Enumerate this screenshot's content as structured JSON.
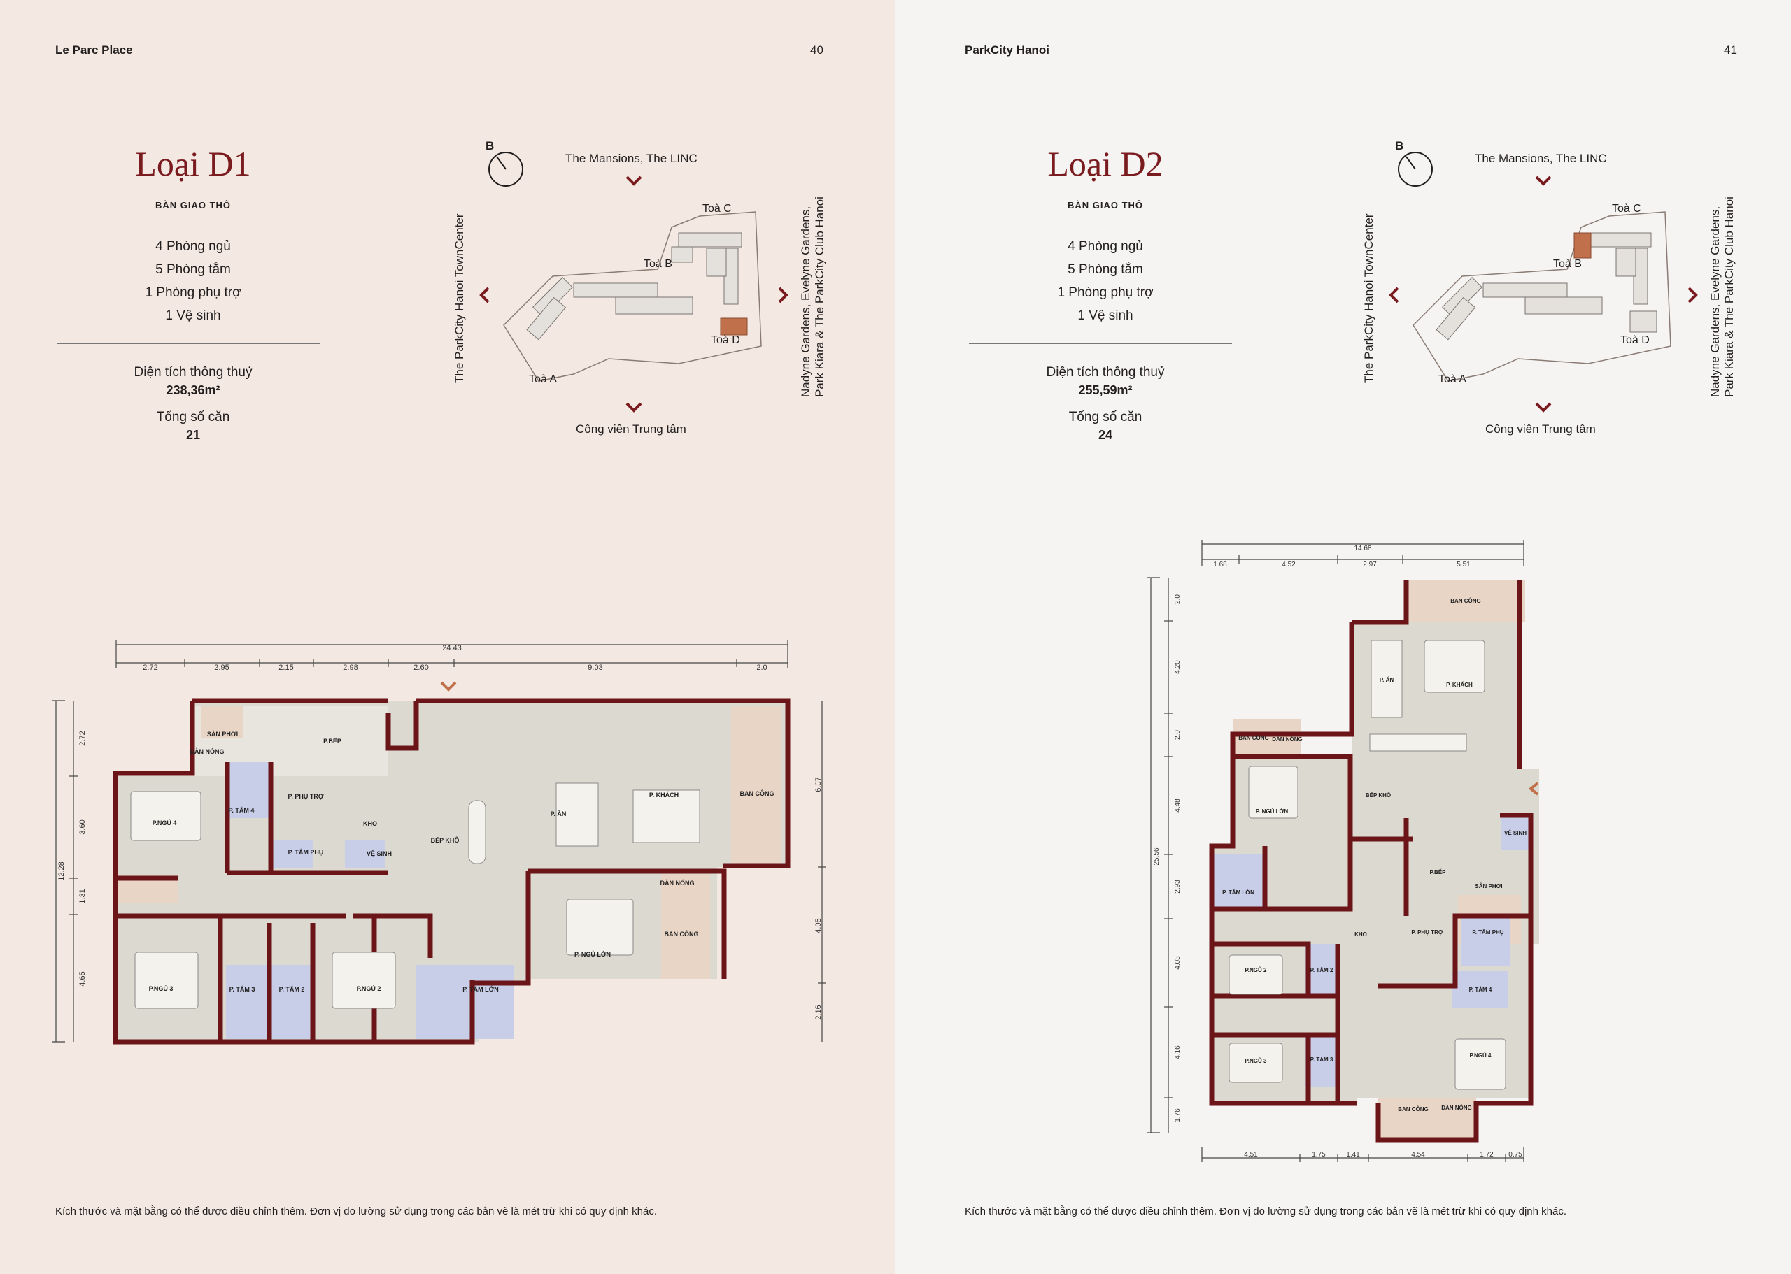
{
  "left": {
    "project": "Le Parc Place",
    "page_number": "40",
    "unit_title": "Loại D1",
    "handover": "BÀN GIAO THÔ",
    "rooms": [
      "4 Phòng ngủ",
      "5 Phòng tắm",
      "1 Phòng phụ trợ",
      "1 Vệ sinh"
    ],
    "area_label": "Diện tích thông thuỷ",
    "area_value": "238,36m²",
    "count_label": "Tổng số căn",
    "count_value": "21",
    "compass_letter": "B",
    "top_label": "The Mansions, The LINC",
    "bottom_label": "Công viên Trung tâm",
    "left_label": "The ParkCity Hanoi TownCenter",
    "right_label_1": "Nadyne Gardens, Evelyne Gardens,",
    "right_label_2": "Park Kiara & The ParkCity Club Hanoi",
    "towers": {
      "a": "Toà A",
      "b": "Toà B",
      "c": "Toà C",
      "d": "Toà D"
    },
    "dims_top_total": "24.43",
    "dims_top": [
      "2.72",
      "2.95",
      "2.15",
      "2.98",
      "2.60",
      "9.03",
      "2.0"
    ],
    "dims_left_total": "12.28",
    "dims_left": [
      "2.72",
      "3.60",
      "1.31",
      "4.65"
    ],
    "dims_right": [
      "6.07",
      "4.05",
      "2.16"
    ],
    "rooms_plan": {
      "san_phoi": "SÂN PHƠI",
      "dan_nong": "DÀN NÓNG",
      "p_bep": "P.BẾP",
      "p_ngu4": "P.NGỦ 4",
      "p_tam4": "P. TẮM 4",
      "p_phu_tro": "P. PHỤ TRỢ",
      "kho": "KHO",
      "p_tam_phu": "P. TẮM PHỤ",
      "ve_sinh": "VỆ SINH",
      "bep_kho": "BẾP KHÔ",
      "p_an": "P. ĂN",
      "p_khach": "P. KHÁCH",
      "ban_cong": "BAN CÔNG",
      "p_ngu3": "P.NGỦ 3",
      "p_tam3": "P. TẮM 3",
      "p_tam2": "P. TẮM 2",
      "p_ngu2": "P.NGỦ 2",
      "p_tam_lon": "P. TẮM LỚN",
      "p_ngu_lon": "P. NGỦ LỚN",
      "dan_nong2": "DÀN NÓNG",
      "ban_cong2": "BAN CÔNG"
    },
    "footnote": "Kích thước và mặt bằng có thể được điều chỉnh thêm. Đơn vị đo lường sử dụng trong các bản vẽ là mét trừ khi có quy định khác."
  },
  "right": {
    "project": "ParkCity Hanoi",
    "page_number": "41",
    "unit_title": "Loại D2",
    "handover": "BÀN GIAO THÔ",
    "rooms": [
      "4 Phòng ngủ",
      "5 Phòng tắm",
      "1 Phòng phụ trợ",
      "1 Vệ sinh"
    ],
    "area_label": "Diện tích thông thuỷ",
    "area_value": "255,59m²",
    "count_label": "Tổng số căn",
    "count_value": "24",
    "compass_letter": "B",
    "top_label": "The Mansions, The LINC",
    "bottom_label": "Công viên Trung tâm",
    "left_label": "The ParkCity Hanoi TownCenter",
    "right_label_1": "Nadyne Gardens, Evelyne Gardens,",
    "right_label_2": "Park Kiara & The ParkCity Club Hanoi",
    "towers": {
      "a": "Toà A",
      "b": "Toà B",
      "c": "Toà C",
      "d": "Toà D"
    },
    "dims_top_total": "14.68",
    "dims_top": [
      "1.68",
      "4.52",
      "2.97",
      "5.51"
    ],
    "dims_left_total": "25.56",
    "dims_left": [
      "2.0",
      "4.20",
      "2.0",
      "4.48",
      "2.93",
      "4.03",
      "4.16",
      "1.76"
    ],
    "dims_bottom": [
      "4.51",
      "1.75",
      "1.41",
      "4.54",
      "1.72",
      "0.75"
    ],
    "rooms_plan": {
      "ban_cong_top": "BAN CÔNG",
      "p_an": "P. ĂN",
      "p_khach": "P. KHÁCH",
      "ban_cong_l": "BAN CÔNG",
      "dan_nong_l": "DÀN NÓNG",
      "p_ngu_lon": "P. NGỦ LỚN",
      "bep_kho": "BẾP KHÔ",
      "ve_sinh": "VỆ SINH",
      "p_tam_lon": "P. TẮM LỚN",
      "p_bep": "P.BẾP",
      "san_phoi": "SÂN PHƠI",
      "kho": "KHO",
      "p_phu_tro": "P. PHỤ TRỢ",
      "p_tam_phu": "P. TẮM PHỤ",
      "p_ngu2": "P.NGỦ 2",
      "p_tam2": "P. TẮM 2",
      "p_tam4": "P. TẮM 4",
      "p_ngu3": "P.NGỦ 3",
      "p_tam3": "P. TẮM 3",
      "p_ngu4": "P.NGỦ 4",
      "ban_cong_b": "BAN CÔNG",
      "dan_nong_b": "DÀN NÓNG"
    },
    "footnote": "Kích thước và mặt bằng có thể được điều chỉnh thêm. Đơn vị đo lường sử dụng trong các bản vẽ là mét trừ khi có quy định khác."
  },
  "colors": {
    "accent": "#7a1b1f",
    "highlight": "#c0704a",
    "wall": "#6b1518",
    "floor": "#dcdad0",
    "bath": "#c8cde8",
    "balcony": "#e8d5c6"
  }
}
